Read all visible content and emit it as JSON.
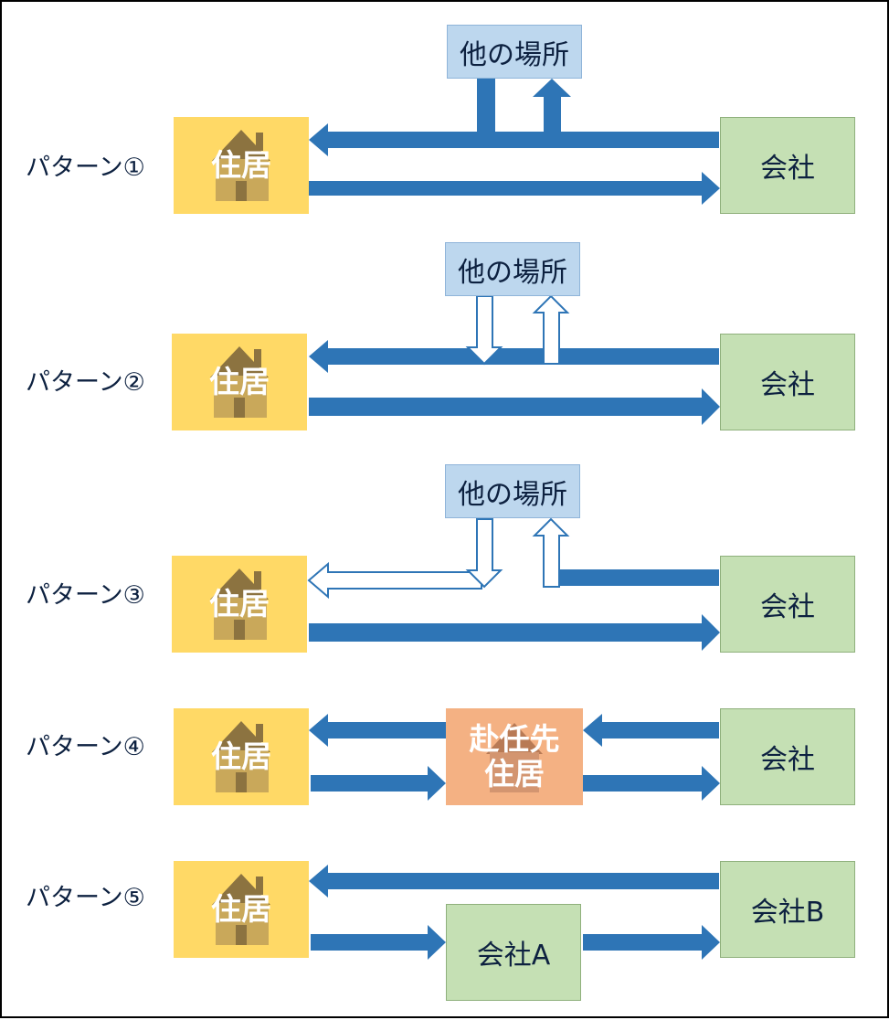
{
  "colors": {
    "house": "#ffd966",
    "company": "#c5e0b4",
    "other_place": "#bdd7ee",
    "assignment": "#f4b183",
    "arrow": "#2e75b6"
  },
  "patterns": [
    {
      "label": "パターン①",
      "house": "住居",
      "company": "会社",
      "other": "他の場所"
    },
    {
      "label": "パターン②",
      "house": "住居",
      "company": "会社",
      "other": "他の場所"
    },
    {
      "label": "パターン③",
      "house": "住居",
      "company": "会社",
      "other": "他の場所"
    },
    {
      "label": "パターン④",
      "house": "住居",
      "company": "会社",
      "assignment_line1": "赴任先",
      "assignment_line2": "住居"
    },
    {
      "label": "パターン⑤",
      "house": "住居",
      "company_a": "会社A",
      "company_b": "会社B"
    }
  ]
}
